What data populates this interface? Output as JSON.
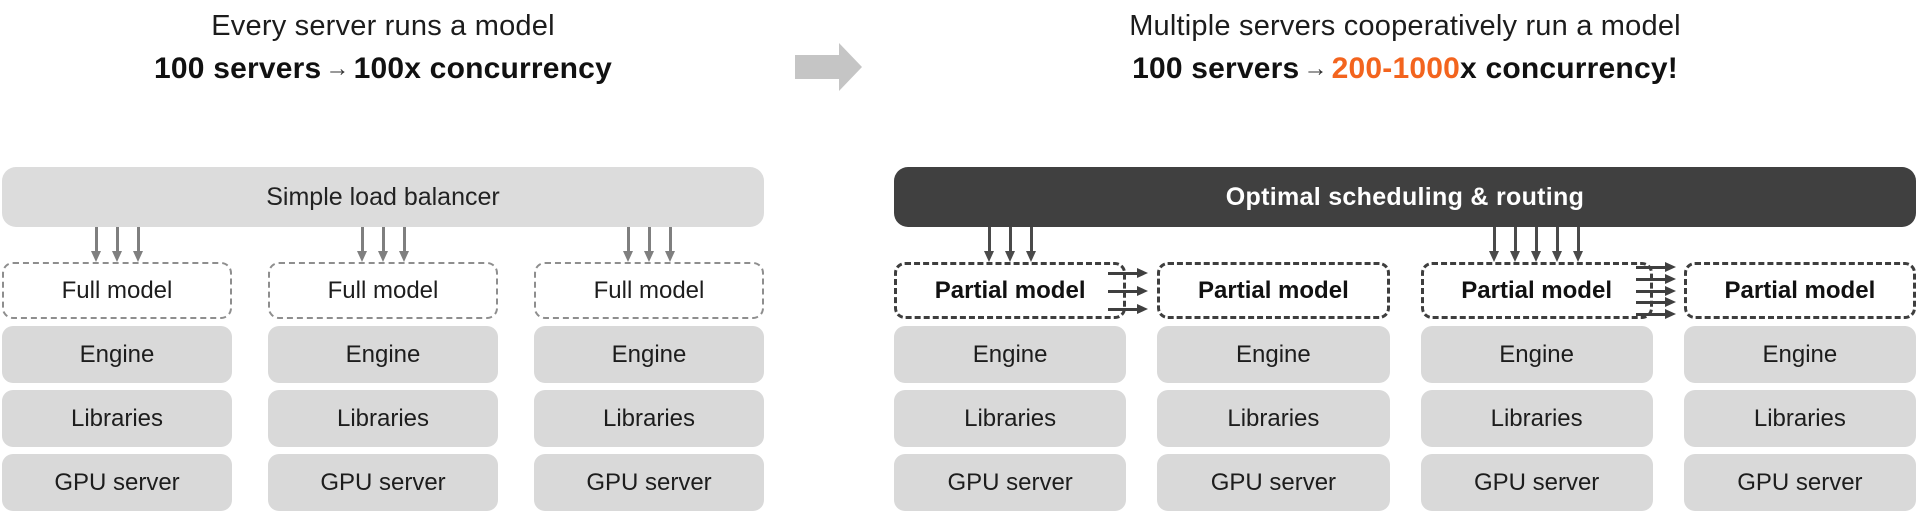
{
  "left": {
    "title": "Every server runs a model",
    "subtitle": {
      "prefix": "100 servers",
      "arrow": "→",
      "suffix": "100x concurrency"
    },
    "balancer_label": "Simple load balancer",
    "columns": [
      {
        "top": "Full model",
        "down_arrows": 3,
        "layers": [
          "Engine",
          "Libraries",
          "GPU server"
        ]
      },
      {
        "top": "Full model",
        "down_arrows": 3,
        "layers": [
          "Engine",
          "Libraries",
          "GPU server"
        ]
      },
      {
        "top": "Full model",
        "down_arrows": 3,
        "layers": [
          "Engine",
          "Libraries",
          "GPU server"
        ]
      }
    ]
  },
  "right": {
    "title": "Multiple servers cooperatively run a model",
    "subtitle": {
      "prefix": "100 servers",
      "arrow": "→",
      "highlight": "200-1000",
      "suffix": "x concurrency!"
    },
    "scheduler_label": "Optimal scheduling & routing",
    "columns": [
      {
        "top": "Partial model",
        "down_arrows": 3,
        "layers": [
          "Engine",
          "Libraries",
          "GPU server"
        ]
      },
      {
        "top": "Partial model",
        "down_arrows": 0,
        "layers": [
          "Engine",
          "Libraries",
          "GPU server"
        ]
      },
      {
        "top": "Partial model",
        "down_arrows": 5,
        "layers": [
          "Engine",
          "Libraries",
          "GPU server"
        ]
      },
      {
        "top": "Partial model",
        "down_arrows": 0,
        "layers": [
          "Engine",
          "Libraries",
          "GPU server"
        ]
      }
    ],
    "horizontal_arrow_groups": [
      {
        "between": "column-1-and-2",
        "count": 3
      },
      {
        "between": "column-3-and-4",
        "count": 5
      }
    ]
  },
  "colors": {
    "highlight_orange": "#f3641e",
    "dark_bar": "#404040",
    "light_bar": "#dcdcdc",
    "light_box": "#d9d9d9"
  }
}
